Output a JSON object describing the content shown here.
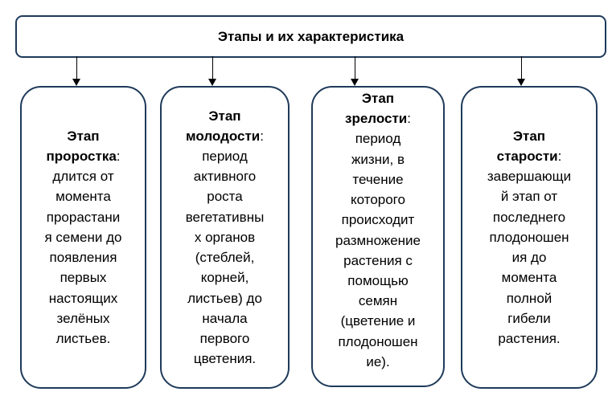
{
  "title": "Этапы и их характеристика",
  "stages": [
    {
      "name_lines": [
        "Этап",
        "проростка"
      ],
      "desc_lines": [
        "длится от",
        "момента",
        "прорастани",
        "я семени до",
        "появления",
        "первых",
        "настоящих",
        "зелёных",
        "листьев."
      ]
    },
    {
      "name_lines": [
        "Этап",
        "молодости"
      ],
      "desc_lines": [
        "период",
        "активного",
        "роста",
        "вегетативны",
        "х органов",
        "(стеблей,",
        "корней,",
        "листьев) до",
        "начала",
        "первого",
        "цветения."
      ]
    },
    {
      "name_lines": [
        "Этап",
        "зрелости"
      ],
      "desc_lines": [
        "период",
        "жизни, в",
        "течение",
        "которого",
        "происходит",
        "размножение",
        "растения с",
        "помощью",
        "семян",
        "(цветение и",
        "плодоношен",
        "ие)."
      ]
    },
    {
      "name_lines": [
        "Этап",
        "старости"
      ],
      "desc_lines": [
        "завершающи",
        "й этап от",
        "последнего",
        "плодоношен",
        "ия до",
        "момента",
        "полной",
        "гибели",
        "растения."
      ]
    }
  ],
  "colon": ":"
}
